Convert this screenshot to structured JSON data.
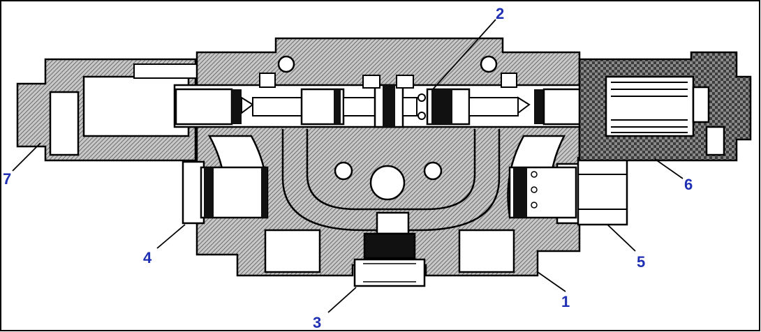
{
  "colors": {
    "callout": "#1f2fb3",
    "body_fill": "#bdbdbd",
    "housing_fill": "#7a7a7a",
    "outline": "#000000",
    "background": "#ffffff"
  },
  "callouts": [
    {
      "id": "1",
      "label": "1"
    },
    {
      "id": "2",
      "label": "2"
    },
    {
      "id": "3",
      "label": "3"
    },
    {
      "id": "4",
      "label": "4"
    },
    {
      "id": "5",
      "label": "5"
    },
    {
      "id": "6",
      "label": "6"
    },
    {
      "id": "7",
      "label": "7"
    }
  ]
}
